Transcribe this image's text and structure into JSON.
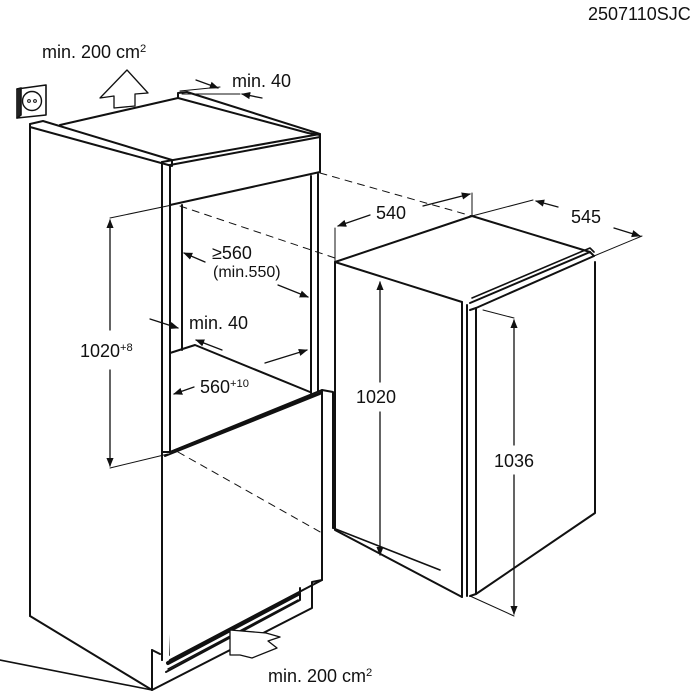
{
  "diagram": {
    "type": "technical installation drawing",
    "subject": "Built-in refrigerator niche and appliance dimensions (mm)",
    "code": "2507110SJC",
    "colors": {
      "line": "#111111",
      "background": "#ffffff"
    }
  },
  "niche": {
    "top_ventilation": {
      "text": "min. 200 cm",
      "sup": "2"
    },
    "rear_gap_top": {
      "text": "min. 40"
    },
    "niche_depth": {
      "text": "≥560",
      "sub": "(min.550)"
    },
    "rear_gap_side": {
      "text": "min. 40"
    },
    "niche_height": {
      "text": "1020",
      "sup": "+8"
    },
    "niche_width": {
      "text": "560",
      "sup": "+10"
    },
    "bottom_ventilation": {
      "text": "min. 200 cm",
      "sup": "2"
    }
  },
  "appliance": {
    "width": {
      "text": "540"
    },
    "depth": {
      "text": "545"
    },
    "body_height": {
      "text": "1020"
    },
    "door_height": {
      "text": "1036"
    }
  },
  "icons": [
    "power-socket-icon",
    "airflow-up-arrow-icon",
    "airflow-in-arrow-icon"
  ]
}
